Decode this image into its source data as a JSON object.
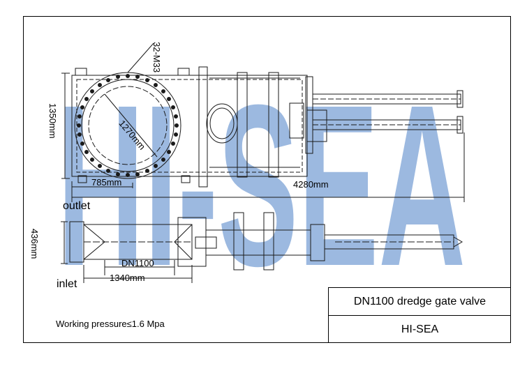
{
  "watermark": {
    "text": "HI-SEA",
    "color": "#4a7fc6"
  },
  "drawing": {
    "line_color": "#1a1a1a",
    "top_view": {
      "bolt_spec": "32-M33",
      "bolt_circle": "1270mm",
      "height": "1350mm",
      "flange_width": "785mm",
      "total_length": "4280mm"
    },
    "side_view": {
      "outlet_label": "outlet",
      "inlet_label": "inlet",
      "height": "436mm",
      "bore": "DN1100",
      "body_length": "1340mm"
    }
  },
  "notes": {
    "working_pressure": "Working pressure≤1.6 Mpa"
  },
  "title_block": {
    "product": "DN1100 dredge gate valve",
    "company": "HI-SEA"
  }
}
